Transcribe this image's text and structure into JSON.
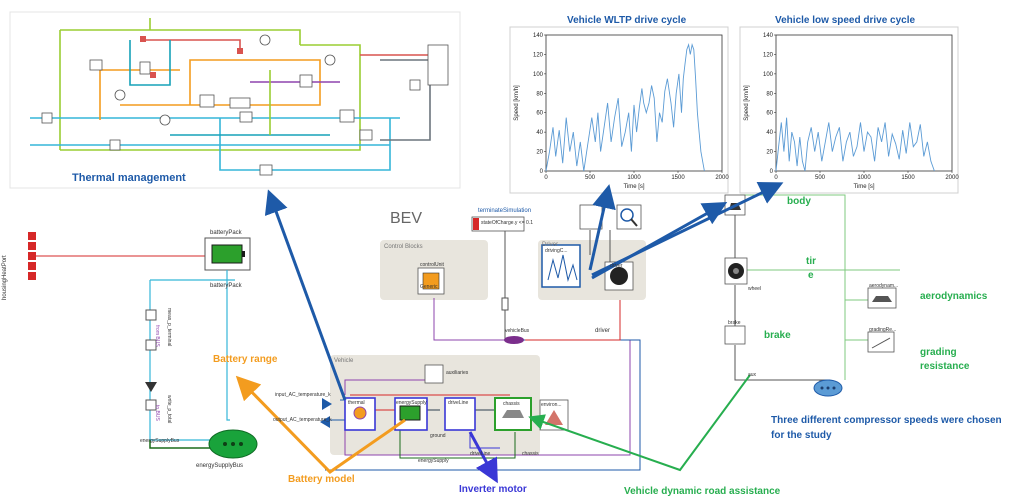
{
  "annotations": {
    "thermal_management": "Thermal management",
    "battery_range": "Battery range",
    "battery_model": "Battery model",
    "inverter_motor": "Inverter motor",
    "vehicle_dynamic_road_assistance": "Vehicle dynamic road assistance",
    "body": "body",
    "tire_line1": "tir",
    "tire_line2": "e",
    "aerodynamics": "aerodynamics",
    "brake": "brake",
    "grading_line1": "grading",
    "grading_line2": "resistance",
    "compressor_line1": "Three different compressor speeds were chosen",
    "compressor_line2": "for the study"
  },
  "diagram": {
    "bev_title": "BEV",
    "control_blocks": "Control Blocks",
    "vehicle": "Vehicle",
    "driver": "Driver",
    "terminate_simulation": "terminateSimulation",
    "terminate_condition": "stateOfCharge.y <= 0.1",
    "vehicle_bus": "vehicleBus",
    "driver_conn": "driver",
    "auxiliaries": "auxiliaries",
    "thermal": "thermal",
    "energy_supply": "energySupply",
    "drive_line": "driveLine",
    "chassis": "chassis",
    "environment": "environ...",
    "driving_cycle": "drivingC...",
    "driver_block": "driver",
    "input_ac": "input_AC_temperature_k",
    "output_ac": "output_AC_temperature_k",
    "energy_supply_conn": "energySupply",
    "drive_line_conn": "driveLine",
    "chassis_conn": "chassis",
    "ground": "ground",
    "generic": "Generic",
    "control_unit": "controlUnit",
    "battery_pack_top": "batteryPack",
    "battery_pack_bottom": "batteryPack",
    "housing_heat_port": "housingHeatPort",
    "energy_supply_bus": "energySupplyBus",
    "energy_supply_bus_bottom": "energySupplyBus",
    "from_bus": "from BUS",
    "to_bus": "to BUS",
    "meas_p_terminal": "meas_p_terminal",
    "write_p_total": "write_p_total",
    "wheel": "wheel",
    "brake_block": "brake",
    "aerodynamics_block": "aerodynam...",
    "grading_block": "gradingRe...",
    "aux_label": "aux"
  },
  "plots": {
    "wltp": {
      "title": "Vehicle WLTP drive cycle",
      "xlabel": "Time [s]",
      "ylabel": "Speed [km/h]",
      "xticks": [
        "0",
        "500",
        "1000",
        "1500",
        "2000"
      ],
      "yticks": [
        "0",
        "20",
        "40",
        "60",
        "80",
        "100",
        "120",
        "140"
      ]
    },
    "low": {
      "title": "Vehicle low speed drive cycle",
      "xlabel": "Time [s]",
      "ylabel": "Speed [km/h]",
      "xticks": [
        "0",
        "500",
        "1000",
        "1500",
        "2000"
      ],
      "yticks": [
        "0",
        "20",
        "40",
        "60",
        "80",
        "100",
        "120",
        "140"
      ]
    }
  },
  "colors": {
    "annotation_blue": "#1e5aa8",
    "annotation_orange": "#f39c1f",
    "annotation_green": "#27ae4f",
    "annotation_inverter": "#3a37d6",
    "plot_line": "#5b9bd5"
  },
  "chart_data": [
    {
      "type": "line",
      "title": "Vehicle WLTP drive cycle",
      "xlabel": "Time [s]",
      "ylabel": "Speed [km/h]",
      "xlim": [
        0,
        2000
      ],
      "ylim": [
        0,
        140
      ],
      "grid": false,
      "x": [
        0,
        40,
        80,
        110,
        150,
        190,
        230,
        270,
        310,
        350,
        390,
        430,
        470,
        520,
        560,
        590,
        620,
        660,
        700,
        740,
        780,
        820,
        860,
        900,
        940,
        970,
        1000,
        1030,
        1060,
        1090,
        1110,
        1140,
        1170,
        1200,
        1230,
        1260,
        1290,
        1320,
        1350,
        1380,
        1420,
        1450,
        1480,
        1510,
        1540,
        1560,
        1580,
        1600,
        1620,
        1640,
        1660,
        1680,
        1700,
        1720,
        1740,
        1760,
        1790,
        1800
      ],
      "values": [
        0,
        20,
        45,
        15,
        42,
        8,
        55,
        20,
        40,
        5,
        30,
        0,
        25,
        55,
        30,
        60,
        20,
        45,
        70,
        30,
        55,
        75,
        25,
        40,
        60,
        20,
        68,
        40,
        65,
        85,
        70,
        60,
        70,
        88,
        75,
        30,
        60,
        50,
        82,
        95,
        70,
        45,
        80,
        100,
        60,
        95,
        110,
        125,
        130,
        120,
        130,
        125,
        95,
        60,
        40,
        20,
        5,
        0
      ]
    },
    {
      "type": "line",
      "title": "Vehicle low speed drive cycle",
      "xlabel": "Time [s]",
      "ylabel": "Speed [km/h]",
      "xlim": [
        0,
        2000
      ],
      "ylim": [
        0,
        140
      ],
      "grid": false,
      "x": [
        0,
        30,
        60,
        90,
        120,
        150,
        180,
        210,
        240,
        270,
        300,
        330,
        360,
        400,
        440,
        480,
        520,
        560,
        600,
        640,
        680,
        720,
        760,
        800,
        840,
        880,
        920,
        960,
        1000,
        1040,
        1080,
        1120,
        1160,
        1200,
        1240,
        1280,
        1320,
        1360,
        1400,
        1440,
        1480,
        1520,
        1560,
        1600,
        1640,
        1680,
        1720,
        1760,
        1800
      ],
      "values": [
        0,
        25,
        50,
        20,
        55,
        10,
        40,
        30,
        5,
        35,
        10,
        0,
        30,
        45,
        20,
        40,
        10,
        30,
        50,
        20,
        35,
        45,
        10,
        30,
        40,
        15,
        25,
        50,
        20,
        40,
        35,
        10,
        45,
        30,
        50,
        15,
        38,
        28,
        12,
        42,
        18,
        50,
        25,
        30,
        48,
        15,
        30,
        10,
        0
      ]
    }
  ]
}
